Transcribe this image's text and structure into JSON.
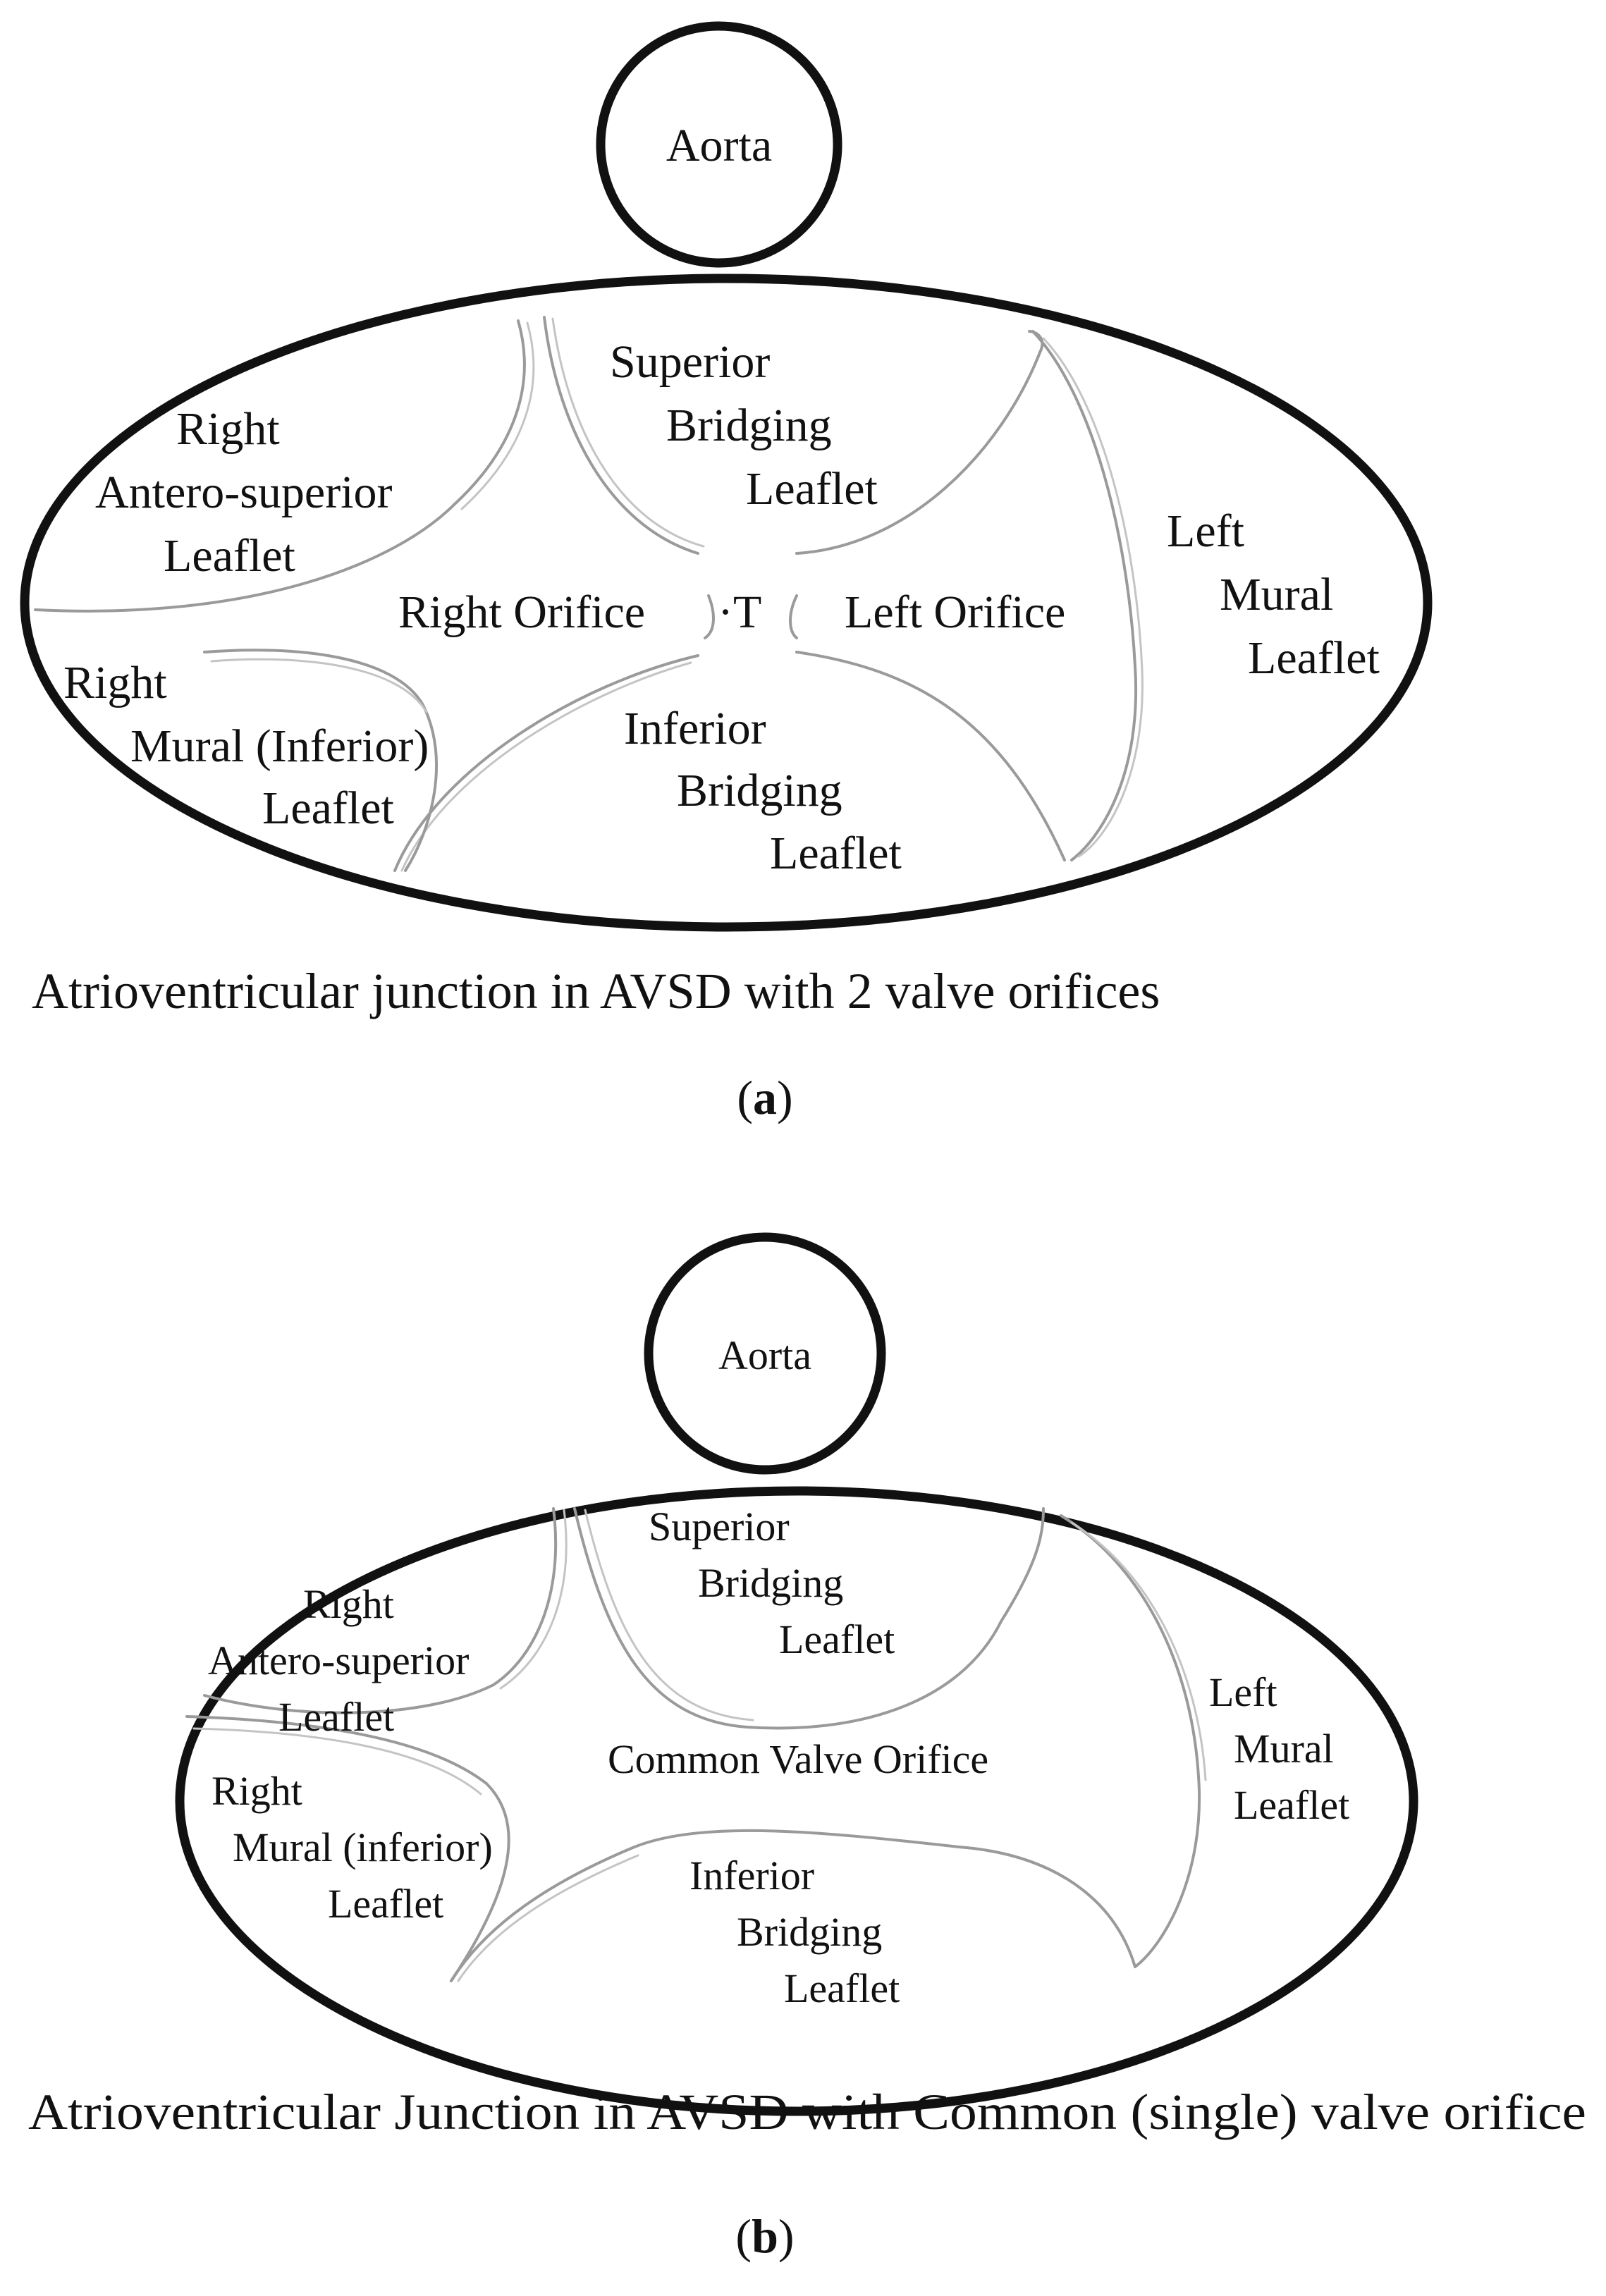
{
  "figure_a": {
    "aorta": "Aorta",
    "superior_bridging": [
      "Superior",
      "Bridging",
      "Leaflet"
    ],
    "right_antero_superior": [
      "Right",
      "Antero-superior",
      "Leaflet"
    ],
    "left_mural": [
      "Left",
      "Mural",
      "Leaflet"
    ],
    "right_orifice": "Right Orifice",
    "tissue_marker": "·T",
    "left_orifice": "Left Orifice",
    "right_mural_inferior": [
      "Right",
      "Mural (Inferior)",
      "Leaflet"
    ],
    "inferior_bridging": [
      "Inferior",
      "Bridging",
      "Leaflet"
    ],
    "caption": "Atrioventricular junction in AVSD with 2 valve orifices",
    "panel_label": "a"
  },
  "figure_b": {
    "aorta": "Aorta",
    "superior_bridging": [
      "Superior",
      "Bridging",
      "Leaflet"
    ],
    "right_antero_superior": [
      "Right",
      "Antero-superior",
      "Leaflet"
    ],
    "left_mural": [
      "Left",
      "Mural",
      "Leaflet"
    ],
    "common_orifice": "Common Valve Orifice",
    "right_mural_inferior": [
      "Right",
      "Mural (inferior)",
      "Leaflet"
    ],
    "inferior_bridging": [
      "Inferior",
      "Bridging",
      "Leaflet"
    ],
    "caption": "Atrioventricular Junction in AVSD with Common (single) valve orifice",
    "panel_label": "b"
  }
}
